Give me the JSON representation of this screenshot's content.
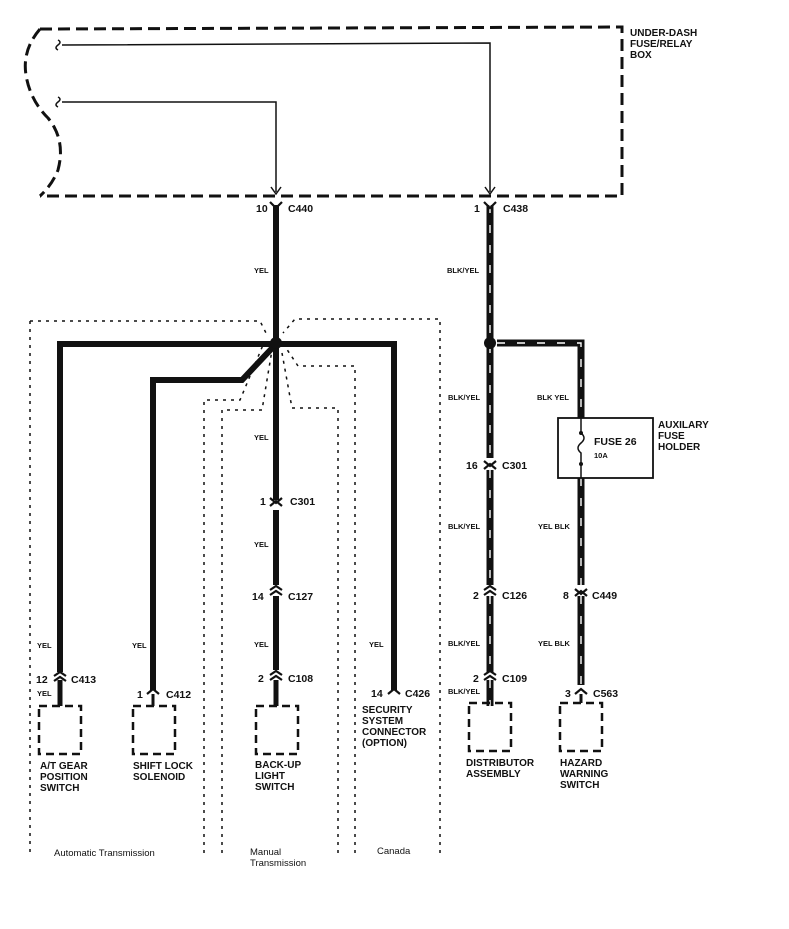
{
  "diagram": {
    "type": "wiring-diagram",
    "fuse_box": {
      "label": [
        "UNDER-DASH",
        "FUSE/RELAY",
        "BOX"
      ]
    },
    "aux_fuse_holder": {
      "label": [
        "AUXILARY",
        "FUSE",
        "HOLDER"
      ],
      "fuse": "FUSE 26",
      "rating": "10A"
    },
    "connectors": {
      "c440": {
        "pin": "10",
        "name": "C440"
      },
      "c438": {
        "pin": "1",
        "name": "C438"
      },
      "c301_left": {
        "pin": "1",
        "name": "C301"
      },
      "c127": {
        "pin": "14",
        "name": "C127"
      },
      "c108": {
        "pin": "2",
        "name": "C108"
      },
      "c413": {
        "pin": "12",
        "name": "C413"
      },
      "c412": {
        "pin": "1",
        "name": "C412"
      },
      "c426": {
        "pin": "14",
        "name": "C426"
      },
      "c301_right": {
        "pin": "16",
        "name": "C301"
      },
      "c126": {
        "pin": "2",
        "name": "C126"
      },
      "c109": {
        "pin": "2",
        "name": "C109"
      },
      "c449": {
        "pin": "8",
        "name": "C449"
      },
      "c563": {
        "pin": "3",
        "name": "C563"
      }
    },
    "wire_colors": {
      "yel": "YEL",
      "blk_yel": "BLK/YEL",
      "blk_yel_alt": "BLK YEL",
      "yel_blk": "YEL BLK"
    },
    "components": {
      "at_gear": [
        "A/T GEAR",
        "POSITION",
        "SWITCH"
      ],
      "shift_lock": [
        "SHIFT LOCK",
        "SOLENOID"
      ],
      "backup_light": [
        "BACK-UP",
        "LIGHT",
        "SWITCH"
      ],
      "security": [
        "SECURITY",
        "SYSTEM",
        "CONNECTOR",
        "(OPTION)"
      ],
      "distributor": [
        "DISTRIBUTOR",
        "ASSEMBLY"
      ],
      "hazard": [
        "HAZARD",
        "WARNING",
        "SWITCH"
      ]
    },
    "sections": {
      "automatic": "Automatic Transmission",
      "manual": [
        "Manual",
        "Transmission"
      ],
      "canada": "Canada"
    }
  }
}
